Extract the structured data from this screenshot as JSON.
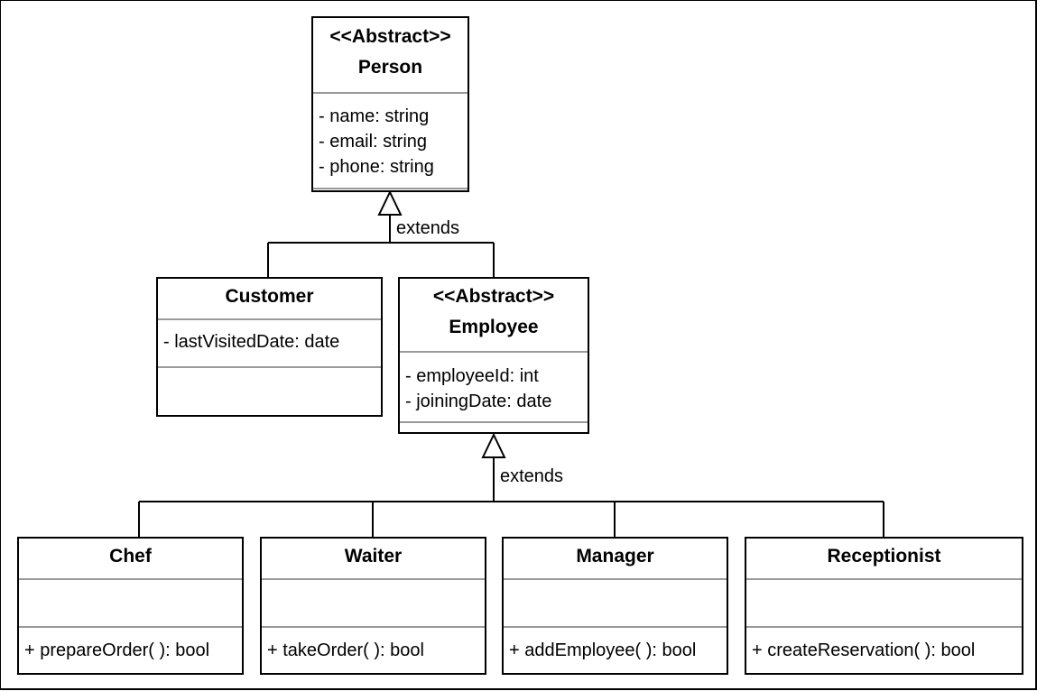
{
  "classes": {
    "person": {
      "stereotype": "<<Abstract>>",
      "name": "Person",
      "attributes": [
        "- name: string",
        "- email: string",
        "- phone: string"
      ]
    },
    "customer": {
      "name": "Customer",
      "attributes": [
        "- lastVisitedDate: date"
      ]
    },
    "employee": {
      "stereotype": "<<Abstract>>",
      "name": "Employee",
      "attributes": [
        "- employeeId: int",
        "- joiningDate: date"
      ]
    },
    "chef": {
      "name": "Chef",
      "methods": [
        "+ prepareOrder( ): bool"
      ]
    },
    "waiter": {
      "name": "Waiter",
      "methods": [
        "+ takeOrder( ): bool"
      ]
    },
    "manager": {
      "name": "Manager",
      "methods": [
        "+ addEmployee( ): bool"
      ]
    },
    "receptionist": {
      "name": "Receptionist",
      "methods": [
        "+ createReservation( ): bool"
      ]
    }
  },
  "relations": {
    "person_children": "extends",
    "employee_children": "extends"
  }
}
